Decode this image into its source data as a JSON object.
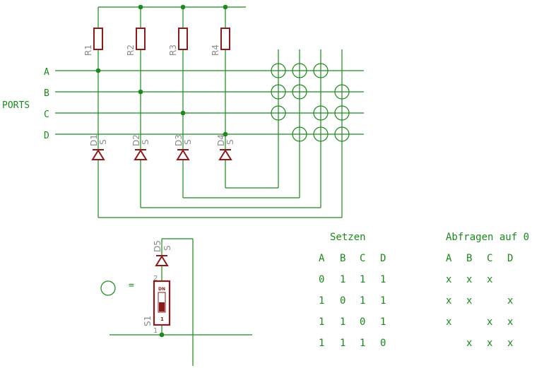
{
  "ports_label": "PORTS",
  "lines": [
    "A",
    "B",
    "C",
    "D"
  ],
  "resistors": [
    "R1",
    "R2",
    "R3",
    "R4"
  ],
  "diodes": [
    "D1",
    "D2",
    "D3",
    "D4"
  ],
  "diode_pin": "S",
  "legend": {
    "diode": "D5",
    "switch": "S1",
    "equals": "=",
    "switch_text_top": "DN",
    "switch_text_bottom": "1",
    "pin_top": "2",
    "pin_bottom": "1"
  },
  "table_set": {
    "title": "Setzen",
    "headers": [
      "A",
      "B",
      "C",
      "D"
    ],
    "rows": [
      [
        "0",
        "1",
        "1",
        "1"
      ],
      [
        "1",
        "0",
        "1",
        "1"
      ],
      [
        "1",
        "1",
        "0",
        "1"
      ],
      [
        "1",
        "1",
        "1",
        "0"
      ]
    ]
  },
  "table_query": {
    "title": "Abfragen auf 0",
    "headers": [
      "A",
      "B",
      "C",
      "D"
    ],
    "rows": [
      [
        "x",
        "x",
        "x",
        ""
      ],
      [
        "x",
        "x",
        "",
        "x"
      ],
      [
        "x",
        "",
        "x",
        "x"
      ],
      [
        "",
        "x",
        "x",
        "x"
      ]
    ]
  },
  "colors": {
    "wire": "#1a8a1a",
    "part": "#8b1a1a",
    "ref_label": "#8c8c8c"
  }
}
